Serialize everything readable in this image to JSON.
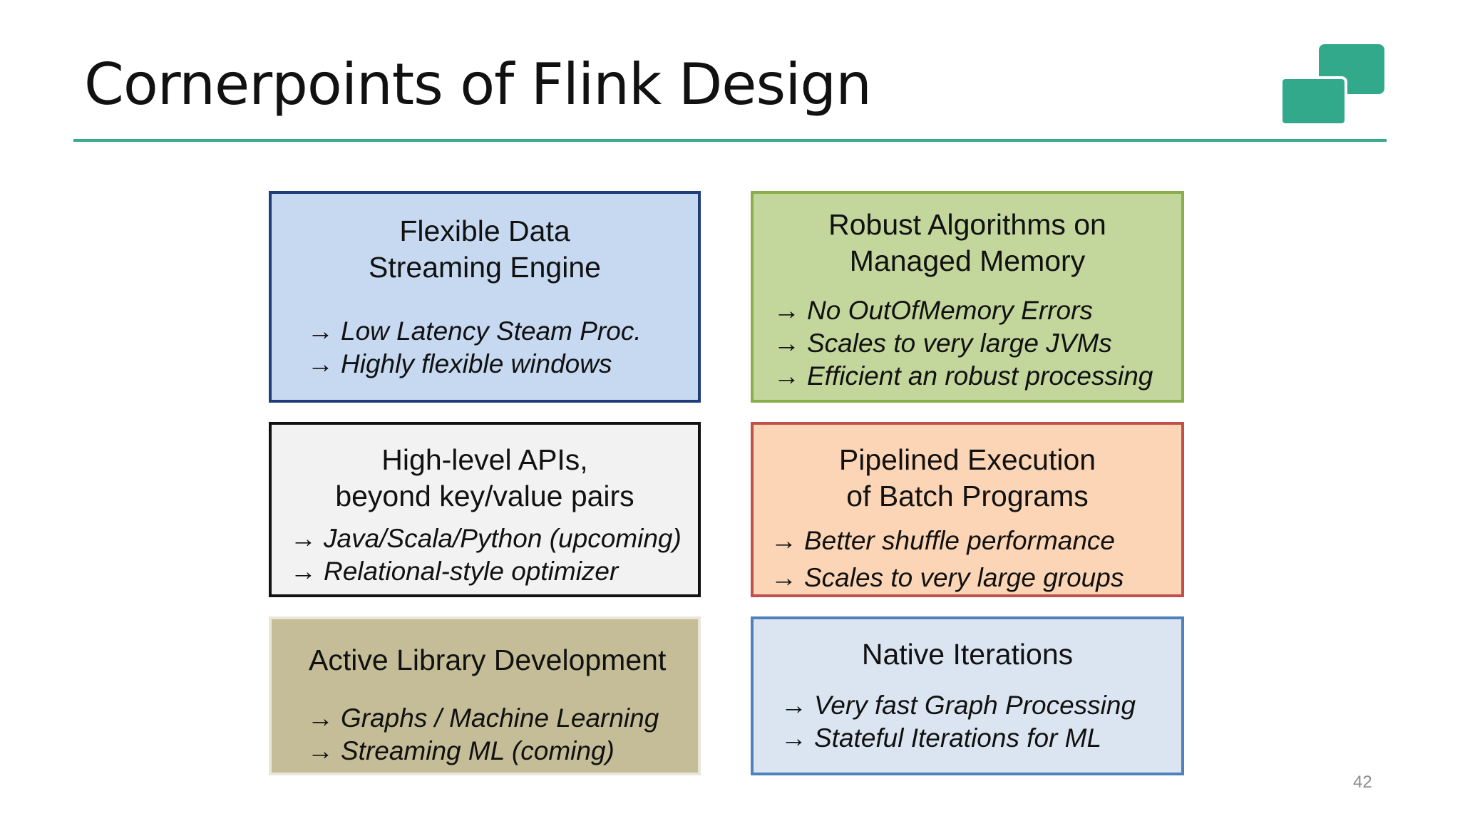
{
  "slide": {
    "title": "Cornerpoints of Flink Design",
    "page_number": "42",
    "accent_color": "#3aaa8e"
  },
  "boxes": [
    {
      "title_lines": [
        "Flexible Data",
        "Streaming Engine"
      ],
      "items": [
        "Low Latency Steam Proc.",
        "Highly flexible windows"
      ],
      "fill": "#c6d9f1",
      "border": "#1f3d78"
    },
    {
      "title_lines": [
        "Robust Algorithms on",
        "Managed Memory"
      ],
      "items": [
        "No OutOfMemory Errors",
        "Scales to very large JVMs",
        "Efficient an robust processing"
      ],
      "fill": "#c3d69b",
      "border": "#8aae4a"
    },
    {
      "title_lines": [
        "High-level APIs,",
        "beyond key/value pairs"
      ],
      "items": [
        "Java/Scala/Python (upcoming)",
        "Relational-style optimizer"
      ],
      "fill": "#f2f2f2",
      "border": "#111111"
    },
    {
      "title_lines": [
        "Pipelined Execution",
        "of Batch Programs"
      ],
      "items": [
        "Better shuffle performance",
        "Scales to very large groups"
      ],
      "fill": "#fbd5b5",
      "border": "#c0504d"
    },
    {
      "title_lines": [
        "Active Library Development"
      ],
      "items": [
        "Graphs / Machine Learning",
        "Streaming ML (coming)"
      ],
      "fill": "#c4bd97",
      "border": "#ebe7d8"
    },
    {
      "title_lines": [
        "Native Iterations"
      ],
      "items": [
        "Very fast Graph Processing",
        "Stateful Iterations for ML"
      ],
      "fill": "#dbe5f1",
      "border": "#4f81bd"
    }
  ],
  "arrow_glyph": "→"
}
